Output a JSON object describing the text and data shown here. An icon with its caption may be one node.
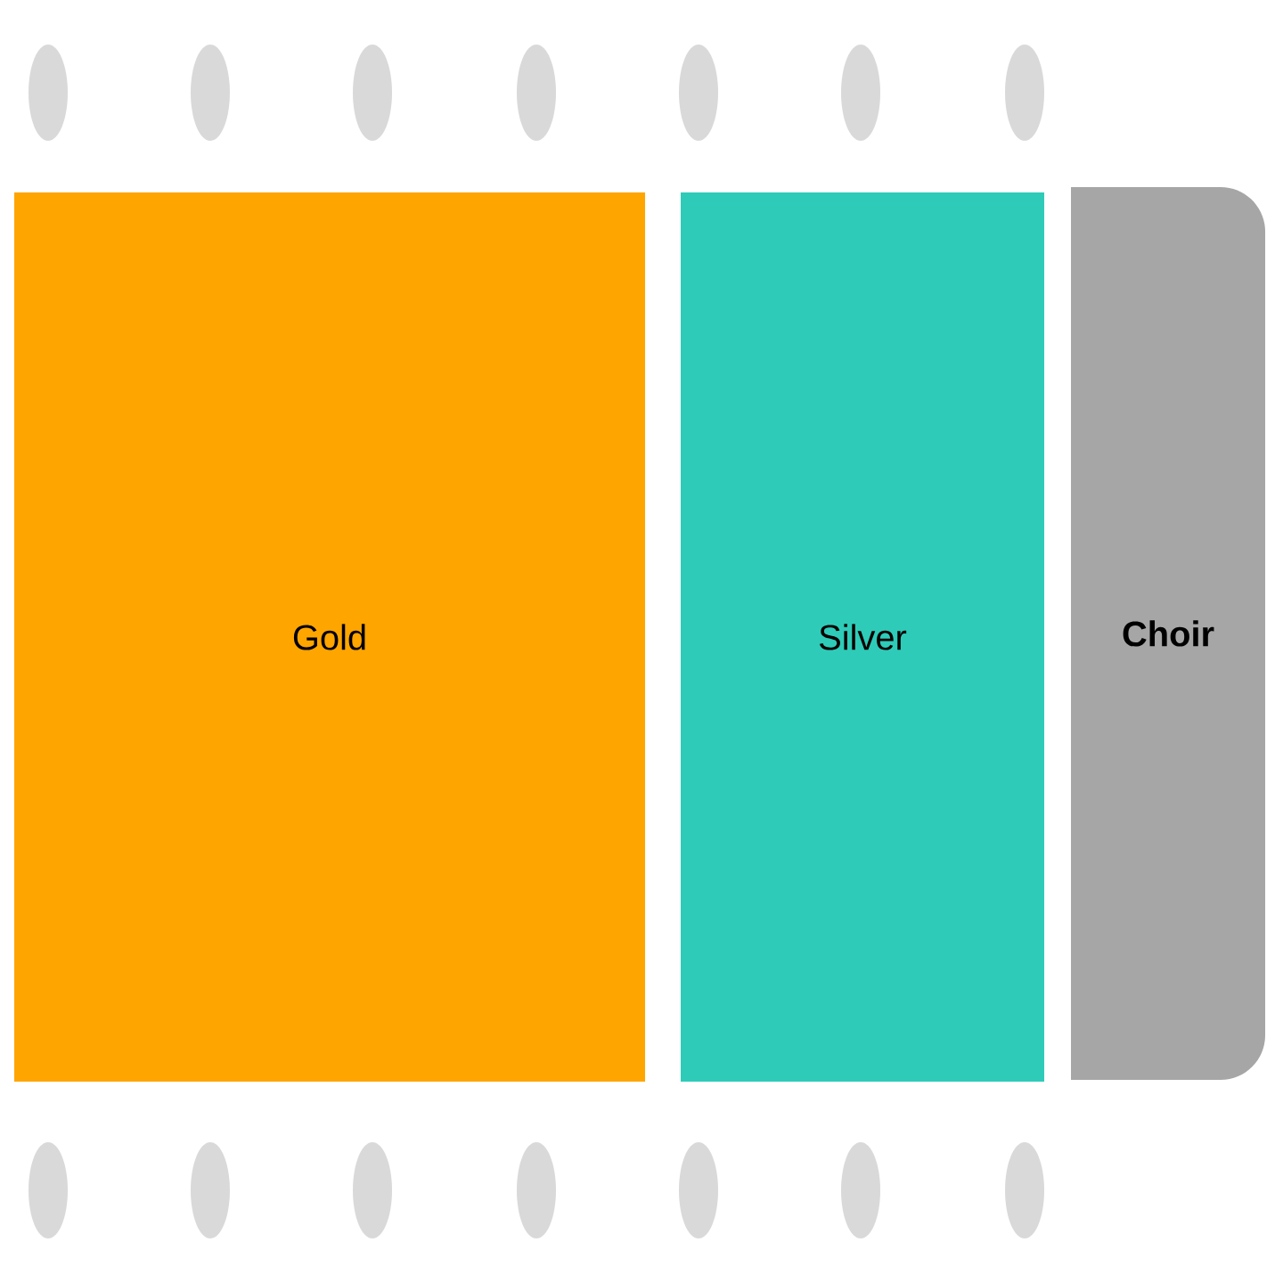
{
  "diagram": {
    "nodes": [
      {
        "text": [
          "Gold"
        ]
      },
      {
        "text": [
          "Silver"
        ]
      },
      {
        "text": [
          "Choir"
        ]
      }
    ]
  }
}
